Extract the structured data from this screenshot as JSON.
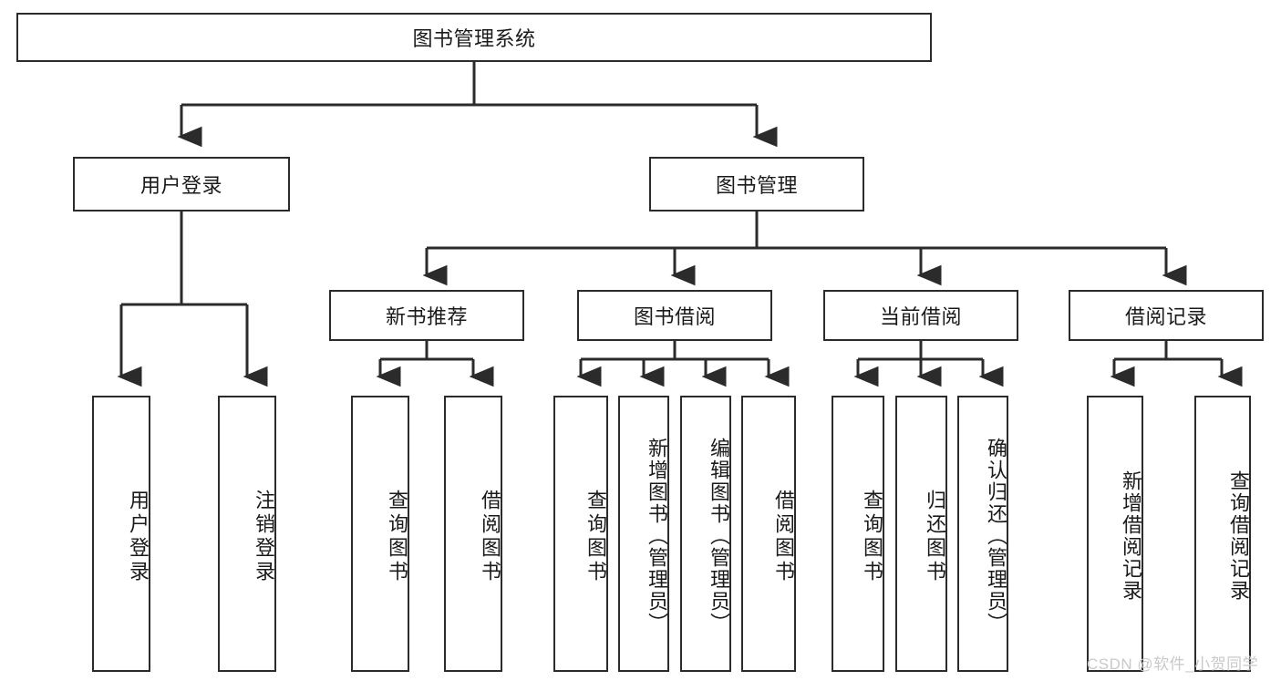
{
  "diagram": {
    "type": "tree",
    "title": "图书管理系统",
    "orientation": "top-down",
    "colors": {
      "box_border": "#2b2b2b",
      "box_fill": "#ffffff",
      "connector": "#2b2b2b",
      "text": "#1a1a1a",
      "watermark": "#c9c9c9",
      "background": "#ffffff"
    }
  },
  "root": {
    "label": "图书管理系统"
  },
  "level1": [
    {
      "label": "用户登录"
    },
    {
      "label": "图书管理"
    }
  ],
  "level2": [
    {
      "label": "新书推荐"
    },
    {
      "label": "图书借阅"
    },
    {
      "label": "当前借阅"
    },
    {
      "label": "借阅记录"
    }
  ],
  "leaves": {
    "user_login": [
      {
        "label": "用户登录"
      },
      {
        "label": "注销登录"
      }
    ],
    "new_book_recommend": [
      {
        "label": "查询图书"
      },
      {
        "label": "借阅图书"
      }
    ],
    "book_borrow": [
      {
        "label": "查询图书"
      },
      {
        "label": "新增图书（管理员）"
      },
      {
        "label": "编辑图书（管理员）"
      },
      {
        "label": "借阅图书"
      }
    ],
    "current_borrow": [
      {
        "label": "查询图书"
      },
      {
        "label": "归还图书"
      },
      {
        "label": "确认归还（管理员）"
      }
    ],
    "borrow_record": [
      {
        "label": "新增借阅记录"
      },
      {
        "label": "查询借阅记录"
      }
    ]
  },
  "watermark": {
    "text": "CSDN @软件_小贺同学"
  }
}
